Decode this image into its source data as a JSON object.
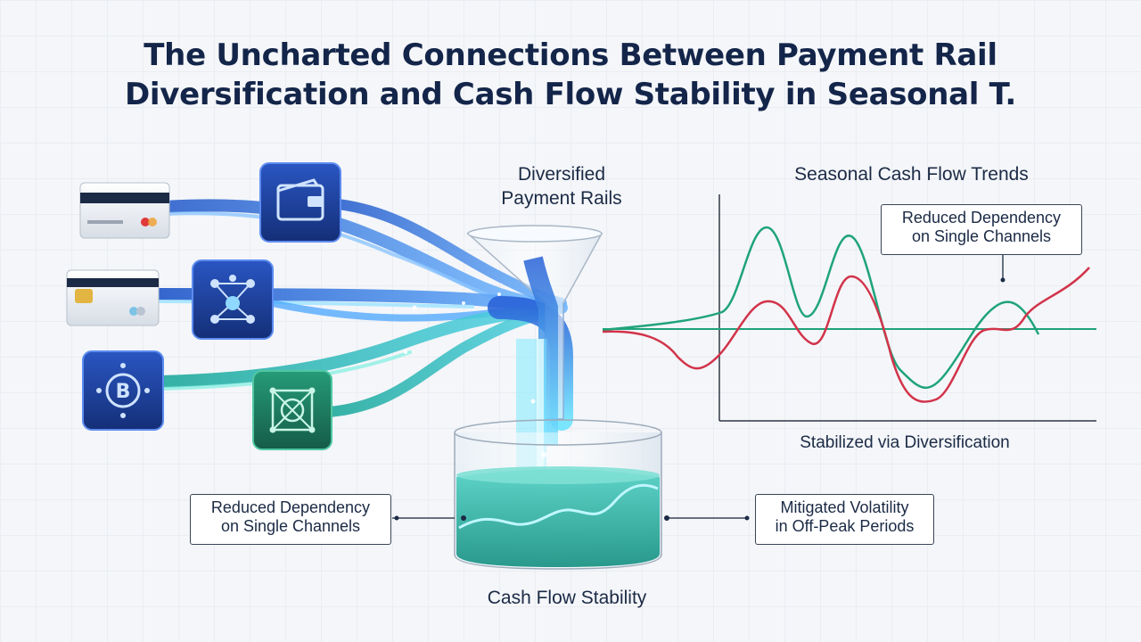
{
  "title": {
    "line1": "The Uncharted Connections Between Payment Rail",
    "line2": "Diversification and Cash Flow Stability in Seasonal T."
  },
  "funnel": {
    "label_line1": "Diversified",
    "label_line2": "Payment Rails"
  },
  "container": {
    "label": "Cash Flow Stability"
  },
  "callouts": {
    "left": {
      "line1": "Reduced Dependency",
      "line2": "on Single Channels"
    },
    "right": {
      "line1": "Mitigated Volatility",
      "line2": "in Off-Peak Periods"
    },
    "chart": {
      "line1": "Reduced Dependency",
      "line2": "on Single Channels"
    }
  },
  "chart": {
    "title": "Seasonal Cash Flow Trends",
    "footer": "Stabilized via Diversification"
  },
  "icons": [
    "credit-card-icon",
    "wallet-icon",
    "chip-card-icon",
    "network-icon",
    "bitcoin-icon",
    "crypto-network-icon"
  ],
  "colors": {
    "title": "#14254a",
    "stream_blue": "#2f6fe0",
    "stream_teal": "#17b7a3",
    "series_green": "#1fa37a",
    "series_red": "#d2334a",
    "water": "#2bb3a5",
    "icon_navy": "#1d3c8f",
    "icon_green": "#1e7a5e"
  }
}
